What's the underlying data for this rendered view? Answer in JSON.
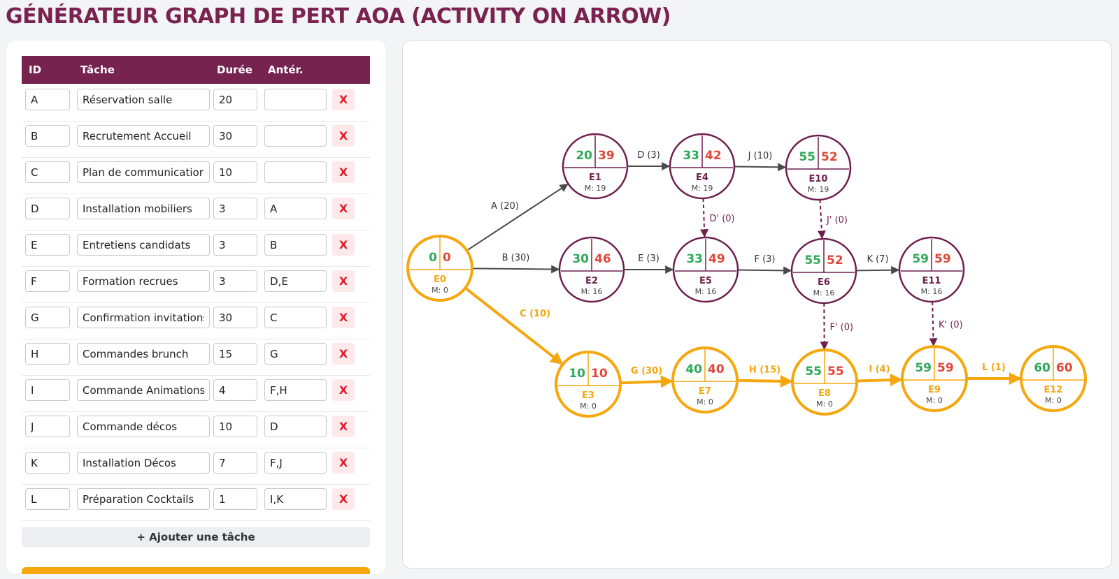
{
  "title": "GÉNÉRATEUR GRAPH DE PERT AOA (ACTIVITY ON ARROW)",
  "table": {
    "headers": {
      "id": "ID",
      "task": "Tâche",
      "duration": "Durée",
      "predecessors": "Antér."
    },
    "delete_label": "X",
    "rows": [
      {
        "id": "A",
        "task": "Réservation salle",
        "duration": "20",
        "predecessors": ""
      },
      {
        "id": "B",
        "task": "Recrutement Accueil",
        "duration": "30",
        "predecessors": ""
      },
      {
        "id": "C",
        "task": "Plan de communicatior",
        "duration": "10",
        "predecessors": ""
      },
      {
        "id": "D",
        "task": "Installation mobiliers",
        "duration": "3",
        "predecessors": "A"
      },
      {
        "id": "E",
        "task": "Entretiens candidats",
        "duration": "3",
        "predecessors": "B"
      },
      {
        "id": "F",
        "task": "Formation recrues",
        "duration": "3",
        "predecessors": "D,E"
      },
      {
        "id": "G",
        "task": "Confirmation invitations",
        "duration": "30",
        "predecessors": "C"
      },
      {
        "id": "H",
        "task": "Commandes brunch",
        "duration": "15",
        "predecessors": "G"
      },
      {
        "id": "I",
        "task": "Commande Animations",
        "duration": "4",
        "predecessors": "F,H"
      },
      {
        "id": "J",
        "task": "Commande décos",
        "duration": "10",
        "predecessors": "D"
      },
      {
        "id": "K",
        "task": "Installation Décos",
        "duration": "7",
        "predecessors": "F,J"
      },
      {
        "id": "L",
        "task": "Préparation Cocktails",
        "duration": "1",
        "predecessors": "I,K"
      }
    ],
    "add_label": "+ Ajouter une tâche"
  },
  "colors": {
    "critical": "#f5a70d",
    "normal": "#6e1f4e",
    "early": "#2fa85a",
    "late": "#e2463a",
    "arrow": "#4a4a4a"
  },
  "graph": {
    "nodes": [
      {
        "id": "E0",
        "early": 0,
        "late": 0,
        "margin": "M: 0",
        "critical": true
      },
      {
        "id": "E1",
        "early": 20,
        "late": 39,
        "margin": "M: 19",
        "critical": false
      },
      {
        "id": "E4",
        "early": 33,
        "late": 42,
        "margin": "M: 19",
        "critical": false
      },
      {
        "id": "E10",
        "early": 55,
        "late": 52,
        "margin": "M: 19",
        "critical": false
      },
      {
        "id": "E2",
        "early": 30,
        "late": 46,
        "margin": "M: 16",
        "critical": false
      },
      {
        "id": "E5",
        "early": 33,
        "late": 49,
        "margin": "M: 16",
        "critical": false
      },
      {
        "id": "E6",
        "early": 55,
        "late": 52,
        "margin": "M: 16",
        "critical": false
      },
      {
        "id": "E11",
        "early": 59,
        "late": 59,
        "margin": "M: 16",
        "critical": false
      },
      {
        "id": "E3",
        "early": 10,
        "late": 10,
        "margin": "M: 0",
        "critical": true
      },
      {
        "id": "E7",
        "early": 40,
        "late": 40,
        "margin": "M: 0",
        "critical": true
      },
      {
        "id": "E8",
        "early": 55,
        "late": 55,
        "margin": "M: 0",
        "critical": true
      },
      {
        "id": "E9",
        "early": 59,
        "late": 59,
        "margin": "M: 0",
        "critical": true
      },
      {
        "id": "E12",
        "early": 60,
        "late": 60,
        "margin": "M: 0",
        "critical": true
      }
    ],
    "edges": [
      {
        "from": "E0",
        "to": "E1",
        "label": "A (20)",
        "type": "normal"
      },
      {
        "from": "E0",
        "to": "E2",
        "label": "B (30)",
        "type": "normal"
      },
      {
        "from": "E0",
        "to": "E3",
        "label": "C (10)",
        "type": "critical"
      },
      {
        "from": "E1",
        "to": "E4",
        "label": "D (3)",
        "type": "normal"
      },
      {
        "from": "E4",
        "to": "E10",
        "label": "J (10)",
        "type": "normal"
      },
      {
        "from": "E2",
        "to": "E5",
        "label": "E (3)",
        "type": "normal"
      },
      {
        "from": "E5",
        "to": "E6",
        "label": "F (3)",
        "type": "normal"
      },
      {
        "from": "E6",
        "to": "E11",
        "label": "K (7)",
        "type": "normal"
      },
      {
        "from": "E4",
        "to": "E5",
        "label": "D' (0)",
        "type": "dummy"
      },
      {
        "from": "E10",
        "to": "E6",
        "label": "J' (0)",
        "type": "dummy"
      },
      {
        "from": "E6",
        "to": "E8",
        "label": "F' (0)",
        "type": "dummy"
      },
      {
        "from": "E11",
        "to": "E9",
        "label": "K' (0)",
        "type": "dummy"
      },
      {
        "from": "E3",
        "to": "E7",
        "label": "G (30)",
        "type": "critical"
      },
      {
        "from": "E7",
        "to": "E8",
        "label": "H (15)",
        "type": "critical"
      },
      {
        "from": "E8",
        "to": "E9",
        "label": "I (4)",
        "type": "critical"
      },
      {
        "from": "E9",
        "to": "E12",
        "label": "L (1)",
        "type": "critical"
      }
    ]
  }
}
